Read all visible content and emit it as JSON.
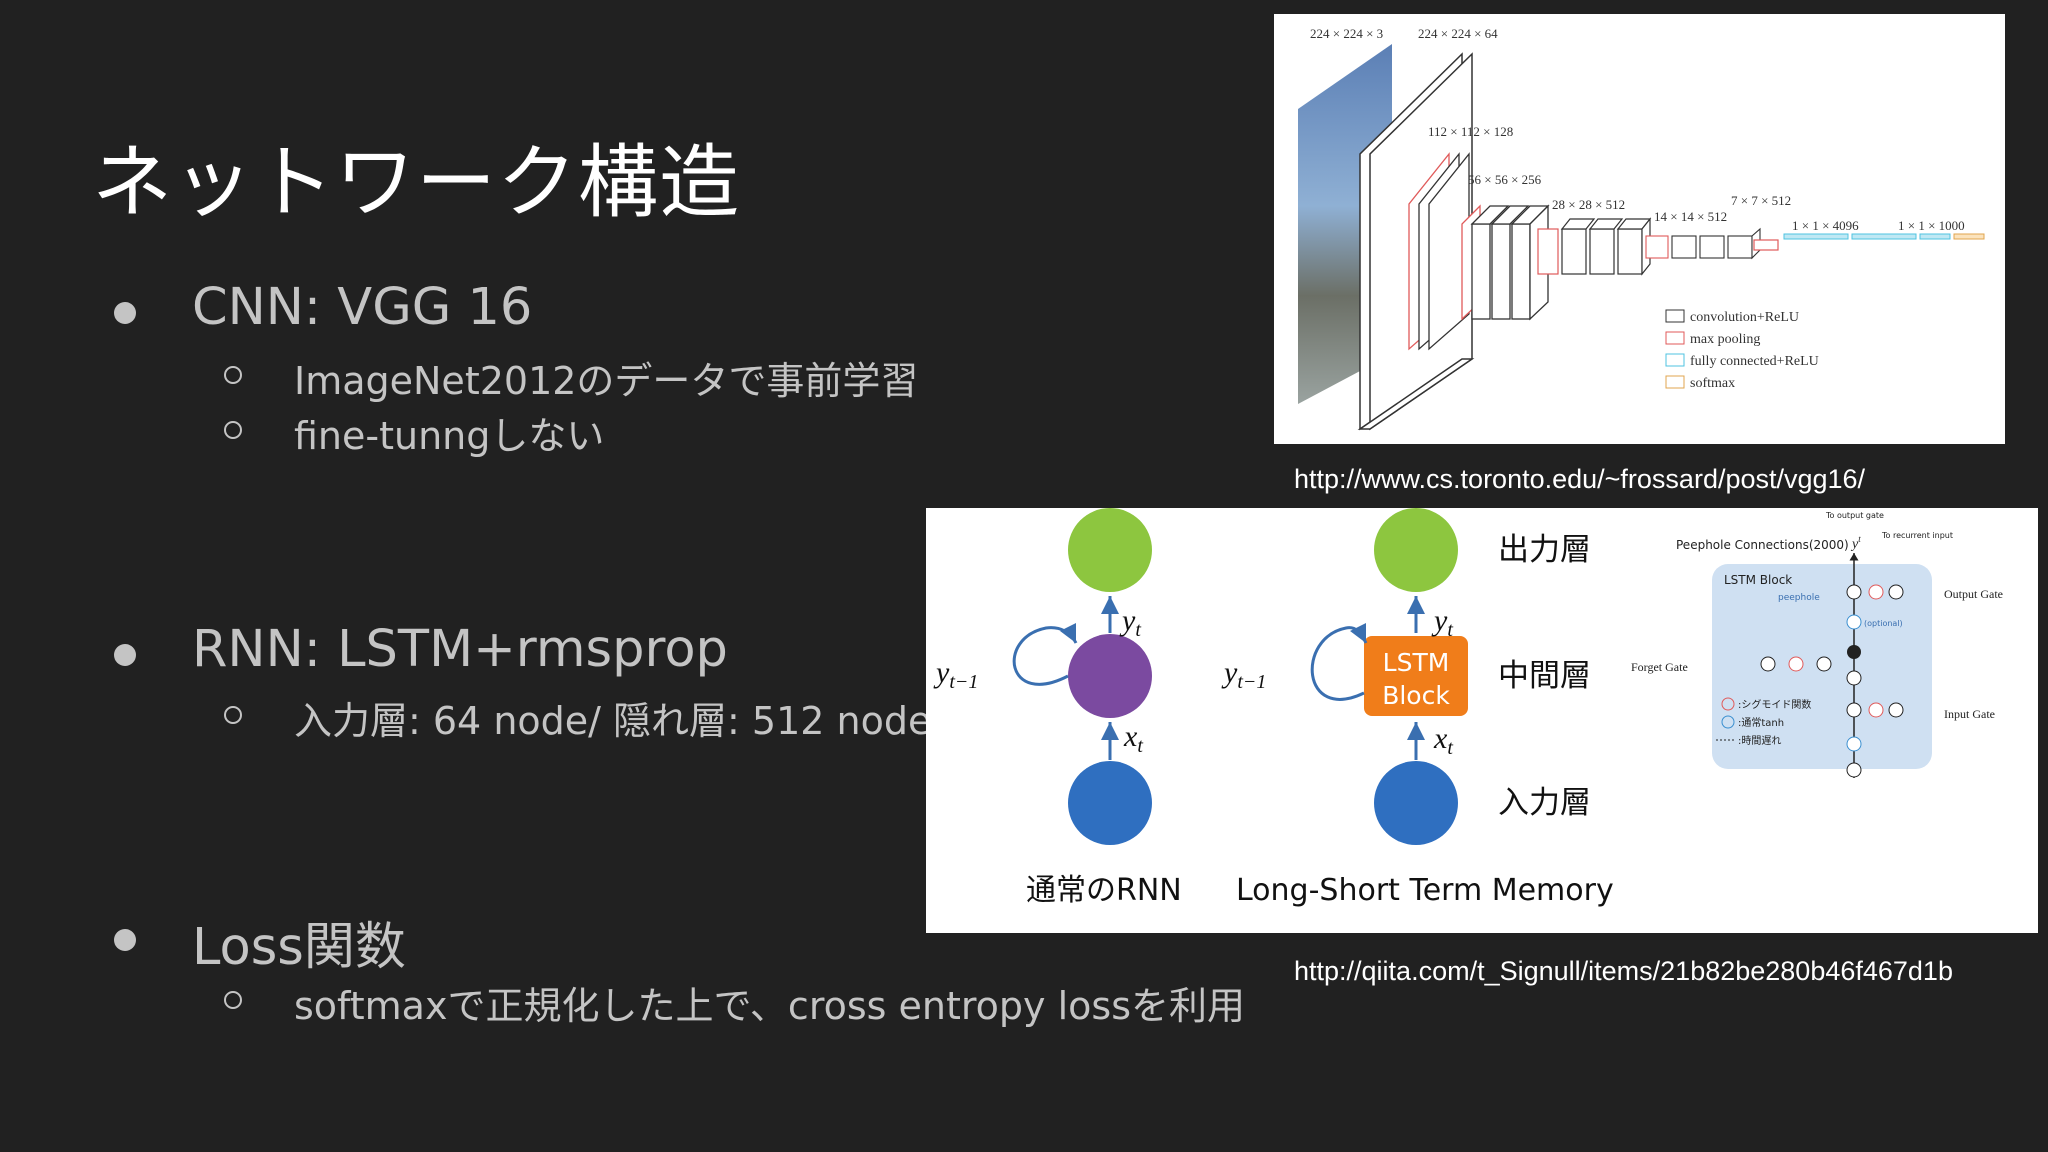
{
  "slide": {
    "title": "ネットワーク構造",
    "bullets": {
      "cnn": {
        "label": "CNN: VGG 16",
        "subs": [
          "ImageNet2012のデータで事前学習",
          "fine-tunngしない"
        ]
      },
      "rnn": {
        "label": "RNN: LSTM+rmsprop",
        "subs": [
          "入力層: 64 node/ 隠れ層: 512 node"
        ]
      },
      "loss": {
        "label": "Loss関数",
        "subs": [
          "softmaxで正規化した上で、cross entropy lossを利用"
        ]
      }
    }
  },
  "vgg_figure": {
    "source_url": "http://www.cs.toronto.edu/~frossard/post/vgg16/",
    "layer_labels": [
      "224 × 224 × 3",
      "224 × 224 × 64",
      "112 × 112 × 128",
      "56 × 56 × 256",
      "28 × 28 × 512",
      "14 × 14 × 512",
      "7 × 7 × 512",
      "1 × 1 × 4096",
      "1 × 1 × 1000"
    ],
    "legend": [
      {
        "label": "convolution+ReLU",
        "color": "#333333"
      },
      {
        "label": "max pooling",
        "color": "#e05a5a"
      },
      {
        "label": "fully connected+ReLU",
        "color": "#4fc3e0"
      },
      {
        "label": "softmax",
        "color": "#e0a64f"
      }
    ]
  },
  "rnn_figure": {
    "source_url": "http://qiita.com/t_Signull/items/21b82be280b46f467d1b",
    "layer_names": {
      "output": "出力層",
      "middle": "中間層",
      "input": "入力層"
    },
    "caption_rnn": "通常のRNN",
    "caption_lstm": "Long-Short Term Memory",
    "lstm_block_line1": "LSTM",
    "lstm_block_line2": "Block",
    "vars": {
      "yt": "y",
      "ytm1": "y",
      "xt": "x"
    },
    "peephole": {
      "title": "Peephole Connections(2000)",
      "block_label": "LSTM Block",
      "to_output_gate": "To output gate",
      "to_recurrent": "To recurrent input",
      "forget_gate": "Forget Gate",
      "output_gate": "Output Gate",
      "input_gate": "Input Gate",
      "peephole": "peephole",
      "optional": "(optional)",
      "legend": [
        ":シグモイド関数",
        ":通常tanh",
        ":時間遅れ"
      ]
    }
  },
  "colors": {
    "background": "#212121",
    "node_green": "#8dc63f",
    "node_purple": "#7b4aa0",
    "node_blue": "#2f6fc0",
    "lstm_orange": "#f07d1a"
  }
}
